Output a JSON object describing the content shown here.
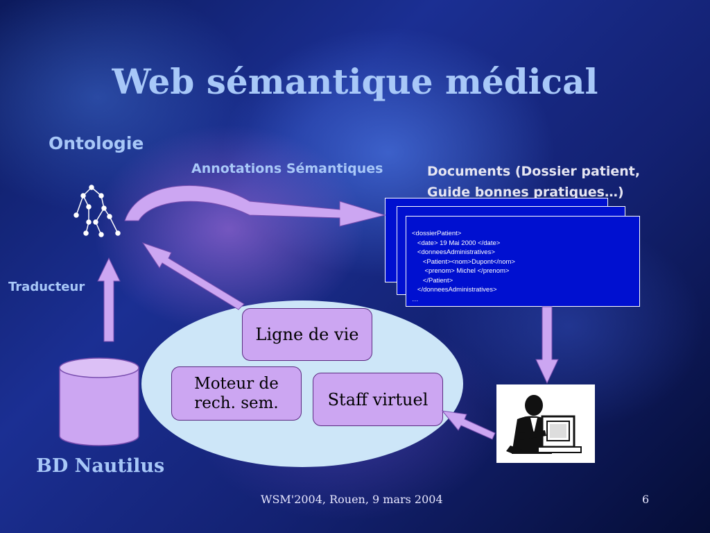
{
  "slide": {
    "title": "Web sémantique médical",
    "labels": {
      "ontologie": "Ontologie",
      "annotations": "Annotations Sémantiques",
      "documents_line1": "Documents (Dossier patient,",
      "documents_line2": "Guide bonnes pratiques…)",
      "traducteur": "Traducteur",
      "bd": "BD Nautilus"
    },
    "document_xml": "<dossierPatient>\n   <date> 19 Mai 2000 </date>\n   <donneesAdministratives>\n      <Patient><nom>Dupont</nom>\n       <prenom> Michel </prenom>\n      </Patient>\n   </donneesAdministratives>\n…",
    "boxes": {
      "ligne_de_vie": "Ligne de vie",
      "moteur_line1": "Moteur  de",
      "moteur_line2": "rech. sem.",
      "staff": "Staff virtuel"
    },
    "footer": "WSM'2004, Rouen, 9 mars 2004",
    "page_number": "6",
    "colors": {
      "title": "#a8c8f8",
      "arrow": "#cca6f2",
      "ellipse": "#cde6f8",
      "document": "#0010d0"
    },
    "icons": [
      "ontology-tree-icon",
      "database-cylinder-icon",
      "user-at-computer-icon"
    ]
  }
}
